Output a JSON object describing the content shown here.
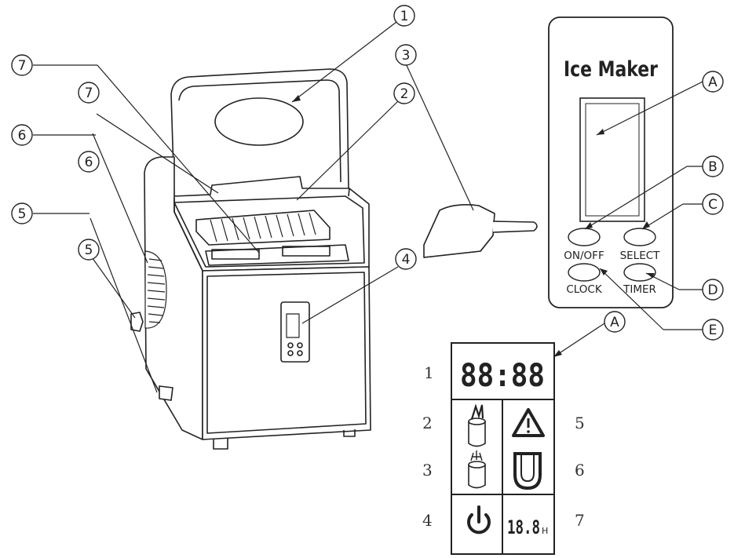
{
  "callouts": {
    "c1": "1",
    "c2": "2",
    "c3": "3",
    "c4": "4",
    "c5a": "5",
    "c5b": "5",
    "c6a": "6",
    "c6b": "6",
    "c7a": "7",
    "c7b": "7",
    "cA1": "A",
    "cA2": "A",
    "cB": "B",
    "cC": "C",
    "cD": "D",
    "cE": "E"
  },
  "control_panel": {
    "title": "Ice Maker",
    "buttons": {
      "on_off": "ON/OFF",
      "select": "SELECT",
      "clock": "CLOCK",
      "timer": "TIMER"
    }
  },
  "display": {
    "clock_readout": "88:88",
    "timer_readout": "18.8",
    "timer_unit": "H",
    "row_numbers_left": [
      "1",
      "2",
      "3",
      "4"
    ],
    "row_numbers_right": [
      "5",
      "6",
      "7"
    ],
    "icons": [
      "ice-full-icon",
      "warning-triangle-icon",
      "ice-bucket-icon",
      "magnet-icon",
      "power-icon"
    ]
  },
  "colors": {
    "line": "#222222",
    "fill_light": "#f4f4f4"
  }
}
